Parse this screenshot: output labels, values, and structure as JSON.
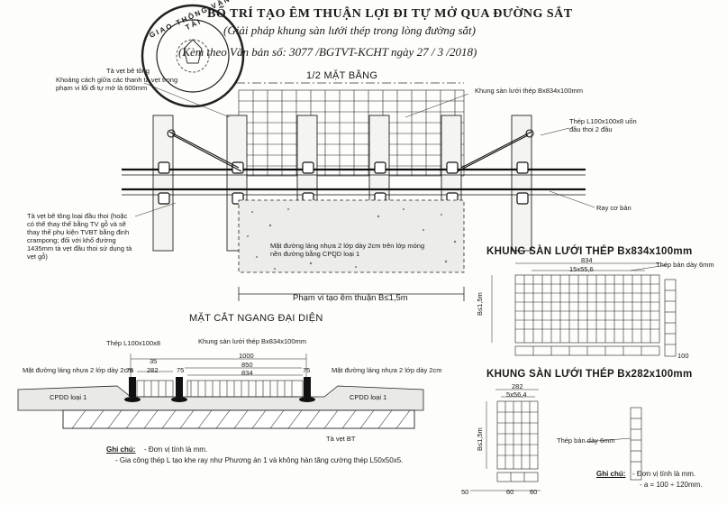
{
  "title": "BỐ TRÍ TẠO ÊM THUẬN LỢI ĐI TỰ MỞ QUA ĐƯỜNG SẮT",
  "subtitle": "(Giải pháp khung sàn lưới thép trong lòng đường sắt)",
  "doc_ref": "(Kèm theo Văn bản số: 3077 /BGTVT-KCHT ngày 27 / 3 /2018)",
  "seal_text": "GIAO THÔNG VẬN TẢI",
  "plan": {
    "header": "1/2 MẶT BẰNG",
    "tie_label": "Tà vẹt bê tông",
    "gap_note": "Khoảng cách giữa các thanh tà vẹt trong phạm vi lối đi tự mở là 600mm",
    "frame_label": "Khung sàn lưới thép Bx834x100mm",
    "angle_label": "Thép L100x100x8 uốn đầu thoi 2 đầu",
    "rail_label": "Ray cơ bản",
    "tie_note": "Tà vẹt bê tông loại đầu thoi (hoặc có thể thay thế bằng TV gỗ và sẽ thay thế phụ kiện TVBT bằng đinh crampong; đối với khổ đường 1435mm tà vẹt đầu thoi sử dụng tà vẹt gỗ)",
    "asphalt_note": "Mặt đường láng nhựa 2 lớp dày 2cm trên lớp móng nền đường bằng CPDD loại 1",
    "range_label": "Phạm vi tạo êm thuận B≤1,5m"
  },
  "section": {
    "header": "MẶT CẮT NGANG ĐẠI DIỆN",
    "angle_label": "Thép L100x100x8",
    "frame_label": "Khung sàn lưới thép Bx834x100mm",
    "asphalt_left": "Mặt đường láng nhựa 2 lớp dày 2cm",
    "asphalt_right": "Mặt đường láng nhựa 2 lớp dày 2cm",
    "cpdd_left": "CPDD loại 1",
    "cpdd_right": "CPDD loại 1",
    "tie_label": "Tà vẹt BT",
    "dims": [
      "1000",
      "850",
      "834",
      "75",
      "75",
      "75",
      "75",
      "282",
      "35"
    ]
  },
  "notes": {
    "heading": "Ghi chú:",
    "line1": "- Đơn vị tính là mm.",
    "line2": "- Gia công thép L tạo khe ray như Phương án 1 và không hàn tăng cường thép L50x50x5."
  },
  "frame834": {
    "header": "KHUNG SÀN LƯỚI THÉP Bx834x100mm",
    "dim_top": "834",
    "dim_sub": "15x55,6",
    "plate_label": "Thép bản dày 6mm",
    "side_dim": "B≤1,5m",
    "dim_100": "100"
  },
  "frame282": {
    "header": "KHUNG SÀN LƯỚI THÉP Bx282x100mm",
    "dim_top": "282",
    "dim_sub": "5x56,4",
    "plate_label": "Thép bản dày 6mm",
    "side_dim": "B≤1,5m",
    "dim_50": "50",
    "dim_60a": "60",
    "dim_60b": "60",
    "note_heading": "Ghi chú:",
    "note1": "- Đơn vị tính là mm.",
    "note2": "- a = 100 ÷ 120mm."
  }
}
